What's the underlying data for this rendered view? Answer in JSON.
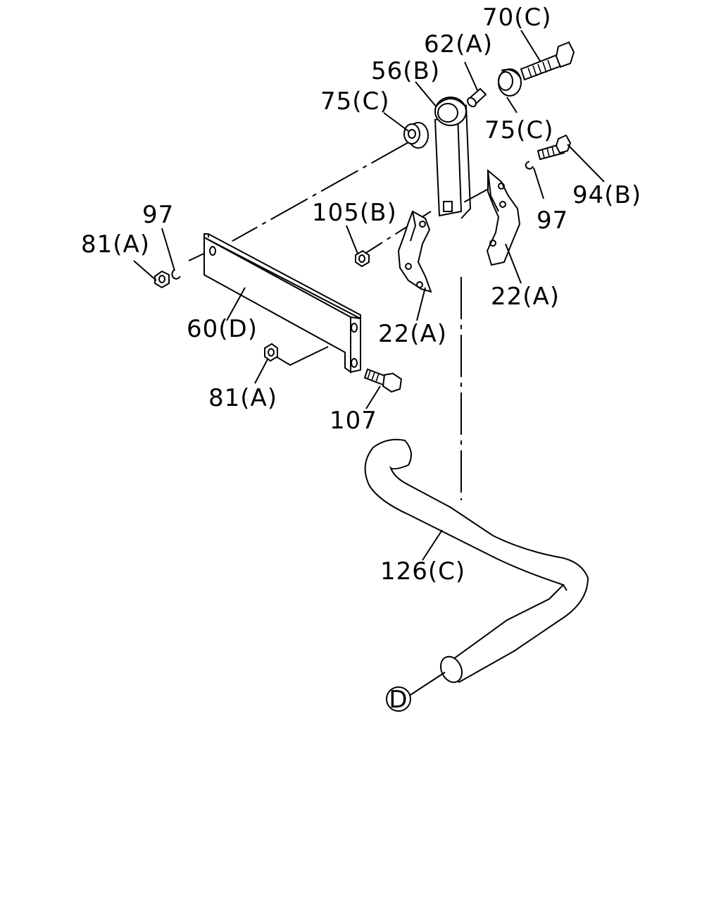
{
  "labels": {
    "p70c": "70(C)",
    "p62a": "62(A)",
    "p56b": "56(B)",
    "p75c_top": "75(C)",
    "p75c_right": "75(C)",
    "p94b": "94(B)",
    "p97_right": "97",
    "p97_left": "97",
    "p81a_top": "81(A)",
    "p105b": "105(B)",
    "p22a_right": "22(A)",
    "p22a_mid": "22(A)",
    "p60d": "60(D)",
    "p81a_bottom": "81(A)",
    "p107": "107",
    "p126c": "126(C)",
    "ref_d": "D"
  }
}
